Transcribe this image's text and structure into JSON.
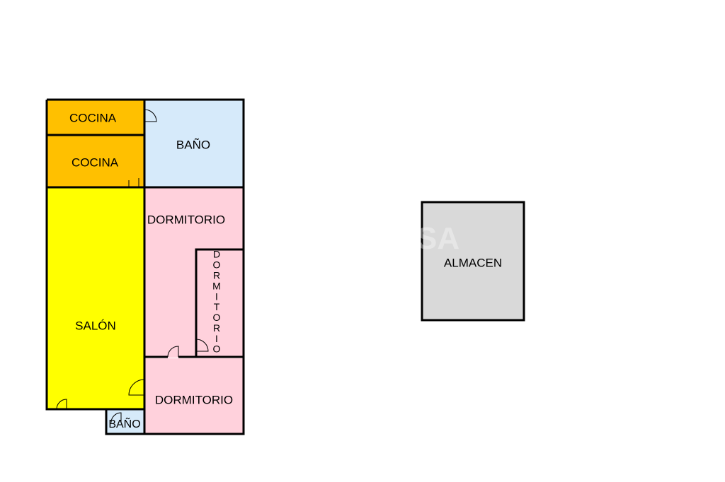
{
  "rooms": {
    "kitchen_top": {
      "label": "COCINA",
      "color": "#FFC000"
    },
    "kitchen_bottom": {
      "label": "COCINA",
      "color": "#FFC000"
    },
    "bathroom_main": {
      "label": "BAÑO",
      "color": "#D6EAFA"
    },
    "bedroom_upper": {
      "label": "DORMITORIO",
      "color": "#FFD1DC"
    },
    "bedroom_narrow": {
      "label": "DORMITORIO",
      "letters": [
        "D",
        "O",
        "R",
        "M",
        "I",
        "T",
        "O",
        "R",
        "I",
        "O"
      ],
      "color": "#FFD1DC"
    },
    "living_room": {
      "label": "SALÓN",
      "color": "#FFFF00"
    },
    "bedroom_lower": {
      "label": "DORMITORIO",
      "color": "#FFD1DC"
    },
    "bathroom_small": {
      "label": "BAÑO",
      "color": "#D6EAFA"
    },
    "storage": {
      "label": "ALMACEN",
      "color": "#D9D9D9"
    }
  },
  "watermark": {
    "text": "SA"
  }
}
